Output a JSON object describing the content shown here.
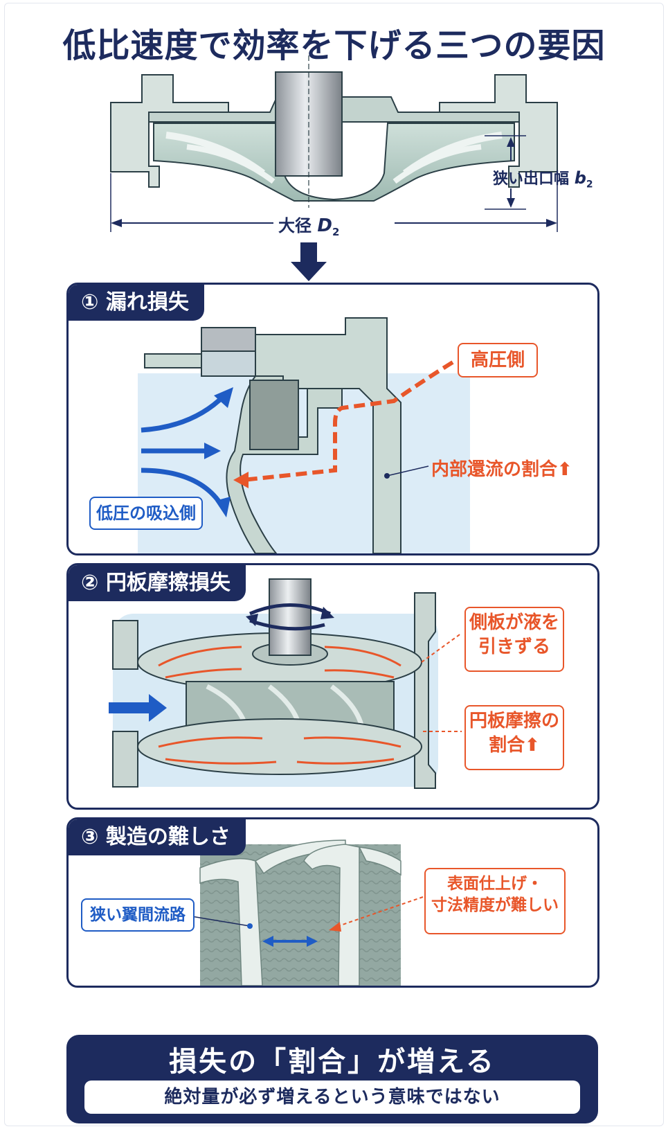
{
  "title": "低比速度で効率を下げる三つの要因",
  "top_diagram": {
    "outlet_width_label": "狭い出口幅",
    "outlet_width_symbol": "b",
    "outlet_width_sub": "2",
    "diameter_label": "大径",
    "diameter_symbol": "D",
    "diameter_sub": "2"
  },
  "panels": [
    {
      "tag": "① 漏れ損失",
      "labels": {
        "high_pressure": "高圧側",
        "recirculation": "内部還流の割合⬆",
        "low_pressure": "低圧の吸込側"
      }
    },
    {
      "tag": "② 円板摩擦損失",
      "labels": {
        "drag_line1": "側板が液を",
        "drag_line2": "引きずる",
        "ratio_line1": "円板摩擦の",
        "ratio_line2": "割合⬆"
      }
    },
    {
      "tag": "③ 製造の難しさ",
      "labels": {
        "narrow_passage": "狭い翼間流路",
        "finish_line1": "表面仕上げ・",
        "finish_line2": "寸法精度が難しい"
      }
    }
  ],
  "conclusion": {
    "headline": "損失の「割合」が増える",
    "note": "絶対量が必ず増えるという意味ではない"
  },
  "colors": {
    "navy": "#1d2b5e",
    "orange": "#e8562a",
    "blue": "#1f5cc5",
    "metal": "#b9cdc7"
  }
}
